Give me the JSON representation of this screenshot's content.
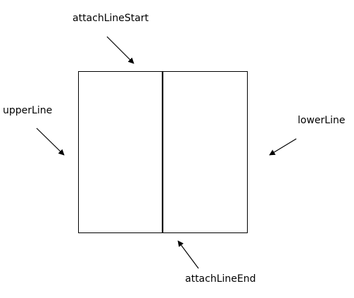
{
  "labels": {
    "attach_line_start": "attachLineStart",
    "upper_line": "upperLine",
    "lower_line": "lowerLine",
    "attach_line_end": "attachLineEnd"
  },
  "colors": {
    "stroke": "#000000",
    "background": "#ffffff"
  }
}
